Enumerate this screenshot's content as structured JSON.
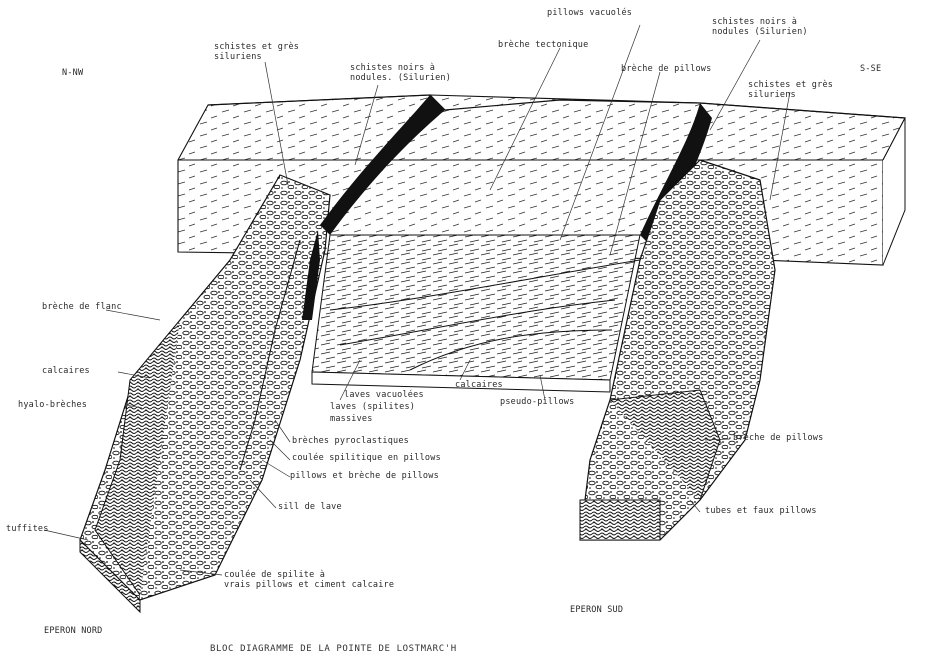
{
  "title": "BLOC DIAGRAMME DE LA POINTE DE LOSTMARC'H",
  "orientation": {
    "west": "N-NW",
    "east": "S-SE"
  },
  "spurs": {
    "north": "EPERON NORD",
    "south": "EPERON SUD"
  },
  "labels": {
    "schistes_gres_left": [
      "schistes et grès",
      "siluriens"
    ],
    "schistes_noirs_left": [
      "schistes noirs à",
      "nodules. (Silurien)"
    ],
    "pillows_vacuoles": "pillows vacuolés",
    "breche_tectonique": "brèche tectonique",
    "schistes_noirs_right": [
      "schistes noirs à",
      "nodules (Silurien)"
    ],
    "breche_pillows_top": "brèche de pillows",
    "schistes_gres_right": [
      "schistes et grès",
      "siluriens"
    ],
    "breche_flanc": "brèche de flanc",
    "calcaires_left": "calcaires",
    "hyaloclastites": "hyalo-brèches",
    "tuffites": "tuffites",
    "laves_vacuolees": "laves vacuolées",
    "laves_spilites": "laves (spilites)",
    "massives": "massives",
    "calcaires_mid": "calcaires",
    "pseudo_pillows": "pseudo-pillows",
    "breches_pyroclastiques": "brèches pyroclastiques",
    "coulee_spilitique": "coulée spilitique en pillows",
    "pillows_breche": "pillows et brèche de pillows",
    "sill_lave": "sill de lave",
    "breche_pillows_right": "brèche de pillows",
    "tubes_faux_pillows": "tubes et faux pillows",
    "coulee_spilite": [
      "coulée de spilite à",
      "vrais pillows et ciment calcaire"
    ]
  },
  "colors": {
    "ink": "#1a1a1a",
    "paper": "#ffffff",
    "text": "#2a2a2a"
  }
}
